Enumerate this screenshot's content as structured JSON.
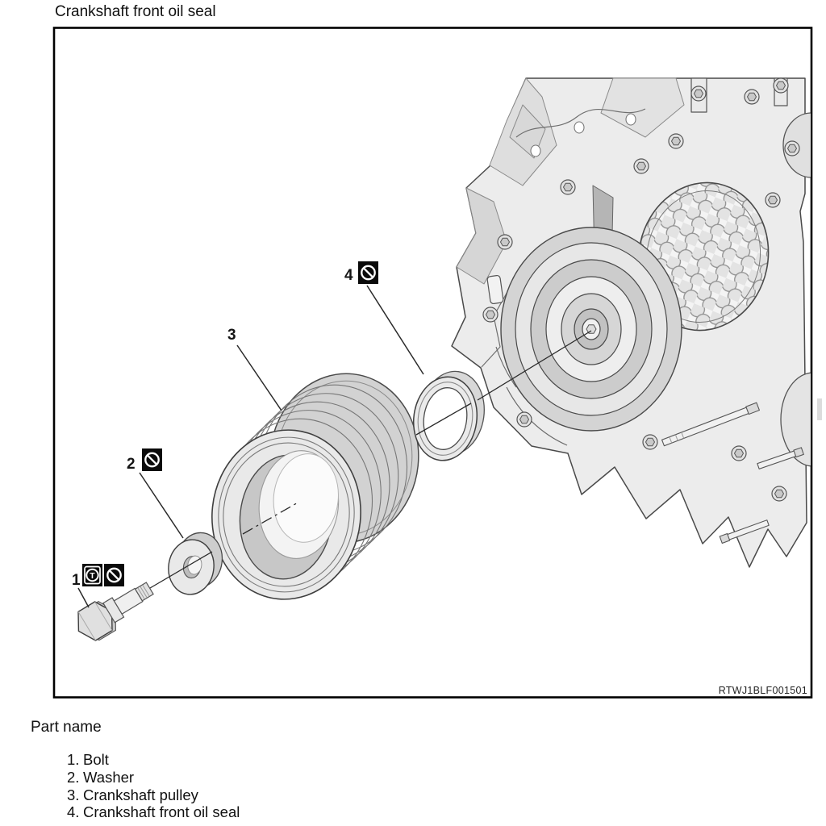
{
  "page": {
    "title": "Crankshaft front oil seal",
    "parts_heading": "Part name"
  },
  "figure": {
    "code": "RTWJ1BLF001501",
    "torque_letter": "T",
    "callouts": [
      {
        "number": "1",
        "symbols": [
          "tightening-torque",
          "do-not-reuse"
        ]
      },
      {
        "number": "2",
        "symbols": [
          "do-not-reuse"
        ]
      },
      {
        "number": "3",
        "symbols": []
      },
      {
        "number": "4",
        "symbols": [
          "do-not-reuse"
        ]
      }
    ]
  },
  "parts": [
    {
      "num": "1.",
      "name": "Bolt"
    },
    {
      "num": "2.",
      "name": "Washer"
    },
    {
      "num": "3.",
      "name": "Crankshaft pulley"
    },
    {
      "num": "4.",
      "name": "Crankshaft front oil seal"
    }
  ],
  "colors": {
    "line": "#2a2a2a",
    "callout_bg": "#0a0a0a",
    "callout_fg": "#ffffff",
    "drawing_fill": "#ececec"
  }
}
